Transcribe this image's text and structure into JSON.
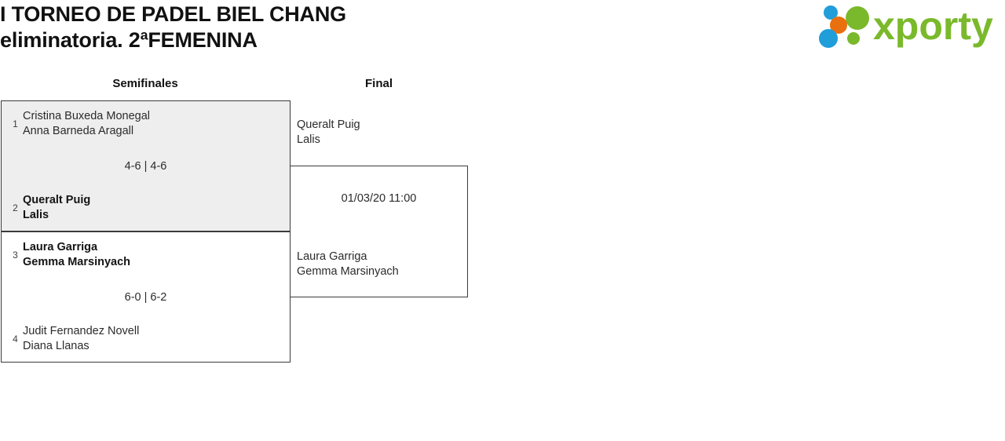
{
  "header": {
    "title_line1": "I TORNEO DE PADEL BIEL CHANG",
    "title_line2": "eliminatoria. 2ªFEMENINA",
    "logo_text": "xporty",
    "logo_colors": {
      "green": "#7ab92b",
      "blue": "#1f9ed9",
      "orange": "#e8700f"
    }
  },
  "bracket": {
    "rounds": [
      {
        "label": "Semifinales"
      },
      {
        "label": "Final"
      }
    ],
    "semifinals": [
      {
        "shaded": true,
        "top": {
          "seed": "1",
          "player1": "Cristina Buxeda Monegal",
          "player2": "Anna Barneda Aragall",
          "winner": false
        },
        "bottom": {
          "seed": "2",
          "player1": "Queralt Puig",
          "player2": "Lalis",
          "winner": true
        },
        "score": "4-6 | 4-6"
      },
      {
        "shaded": false,
        "top": {
          "seed": "3",
          "player1": "Laura Garriga",
          "player2": "Gemma Marsinyach",
          "winner": true
        },
        "bottom": {
          "seed": "4",
          "player1": "Judit Fernandez Novell",
          "player2": "Diana Llanas",
          "winner": false
        },
        "score": "6-0 | 6-2"
      }
    ],
    "final": {
      "schedule": "01/03/20 11:00",
      "top": {
        "player1": "Queralt Puig",
        "player2": "Lalis",
        "winner": false
      },
      "bottom": {
        "player1": "Laura Garriga",
        "player2": "Gemma Marsinyach",
        "winner": false
      }
    }
  }
}
